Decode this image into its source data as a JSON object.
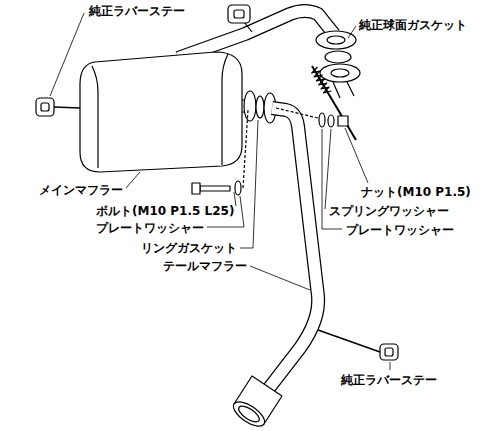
{
  "diagram": {
    "labels": [
      "純正ラバーステー",
      "純正球面ガスケット",
      "メインマフラー",
      "ボルト(M10 P1.5 L25)",
      "プレートワッシャー",
      "リングガスケット",
      "ナット(M10 P1.5)",
      "スプリングワッシャー",
      "プレートワッシャー",
      "テールマフラー",
      "純正ラバーステー"
    ]
  }
}
